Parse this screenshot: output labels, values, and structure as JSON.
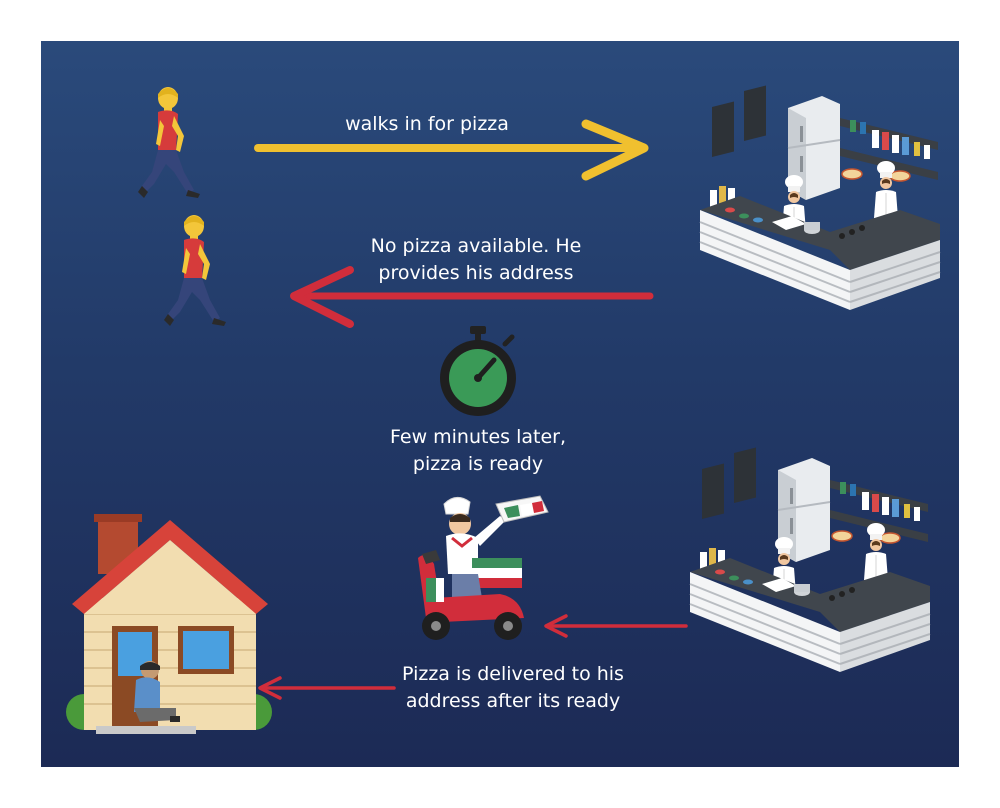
{
  "steps": {
    "walk_in": "walks in for pizza",
    "no_pizza": [
      "No pizza available. He",
      "provides his address"
    ],
    "later": [
      "Few minutes later,",
      "pizza is ready"
    ],
    "delivered": [
      "Pizza is delivered to his",
      "address after its ready"
    ]
  },
  "colors": {
    "arrow_yellow": "#f0c02f",
    "arrow_red": "#d12d3b",
    "timer_green": "#3a9a57",
    "background": "#233a69"
  },
  "icons": [
    "walking-person-icon",
    "kitchen-icon",
    "stopwatch-icon",
    "delivery-scooter-icon",
    "house-icon"
  ]
}
